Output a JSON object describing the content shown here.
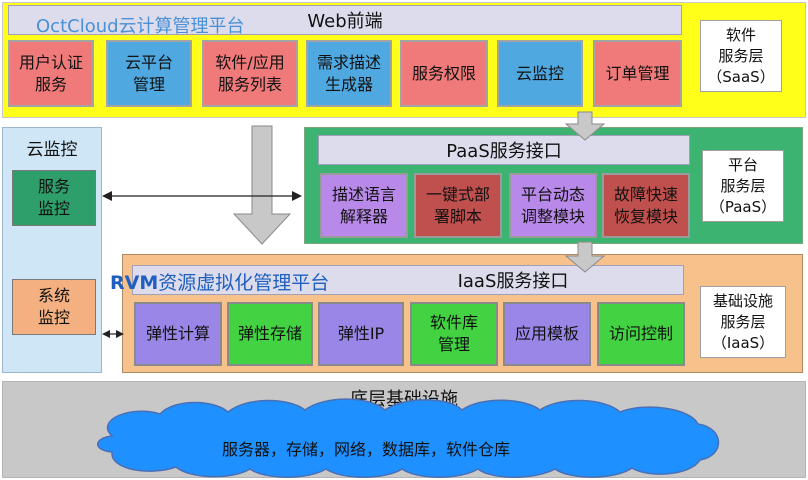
{
  "saas": {
    "header": "Web前端",
    "platform_title": "OctCloud云计算管理平台",
    "layer_label": "软件\n服务层\n（SaaS）",
    "modules": [
      {
        "label": "用户认证\n服务",
        "color": "#f07a7a"
      },
      {
        "label": "云平台\n管理",
        "color": "#4fa8e0"
      },
      {
        "label": "软件/应用\n服务列表",
        "color": "#f07a7a"
      },
      {
        "label": "需求描述\n生成器",
        "color": "#4fa8e0"
      },
      {
        "label": "服务权限",
        "color": "#f07a7a"
      },
      {
        "label": "云监控",
        "color": "#4fa8e0"
      },
      {
        "label": "订单管理",
        "color": "#f07a7a"
      }
    ]
  },
  "paas": {
    "header": "PaaS服务接口",
    "layer_label": "平台\n服务层\n（PaaS）",
    "modules": [
      {
        "label": "描述语言\n解释器",
        "color": "#b889e8"
      },
      {
        "label": "一键式部\n署脚本",
        "color": "#c0504d"
      },
      {
        "label": "平台动态\n调整模块",
        "color": "#b889e8"
      },
      {
        "label": "故障快速\n恢复模块",
        "color": "#c0504d"
      }
    ]
  },
  "iaas": {
    "title_prefix": "RVM",
    "title_rest": "资源虚拟化管理平台",
    "header": "IaaS服务接口",
    "layer_label": "基础设施\n服务层\n（IaaS）",
    "modules": [
      {
        "label": "弹性计算",
        "color": "#9a86e6"
      },
      {
        "label": "弹性存储",
        "color": "#42d242"
      },
      {
        "label": "弹性IP",
        "color": "#9a86e6"
      },
      {
        "label": "软件库\n管理",
        "color": "#42d242"
      },
      {
        "label": "应用模板",
        "color": "#9a86e6"
      },
      {
        "label": "访问控制",
        "color": "#42d242"
      }
    ]
  },
  "monitor": {
    "title": "云监控",
    "service": "服务\n监控",
    "system": "系统\n监控"
  },
  "base": {
    "title": "底层基础设施",
    "cloud_text": "服务器，存储，网络，数据库，软件仓库"
  },
  "colors": {
    "saas_band": "#ffff1a",
    "paas_band": "#3cb371",
    "iaas_band": "#f6c18a",
    "monitor_band": "#cfe6f6",
    "base_band": "#c8c8c8",
    "cloud_fill": "#1e90ff"
  }
}
